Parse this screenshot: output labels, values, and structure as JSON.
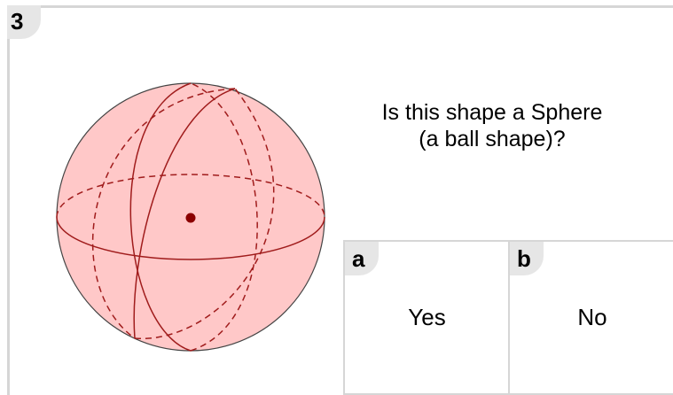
{
  "question": {
    "number": "3",
    "prompt_line1": "Is this shape a Sphere",
    "prompt_line2": "(a ball shape)?",
    "shape_icon": "sphere-icon",
    "colors": {
      "sphere_fill": "#ffc8c8",
      "sphere_stroke": "#a01c1c",
      "center_dot": "#8b0000",
      "frame": "#d6d6d6",
      "badge": "#e6e6e6"
    }
  },
  "options": [
    {
      "letter": "a",
      "label": "Yes"
    },
    {
      "letter": "b",
      "label": "No"
    }
  ]
}
